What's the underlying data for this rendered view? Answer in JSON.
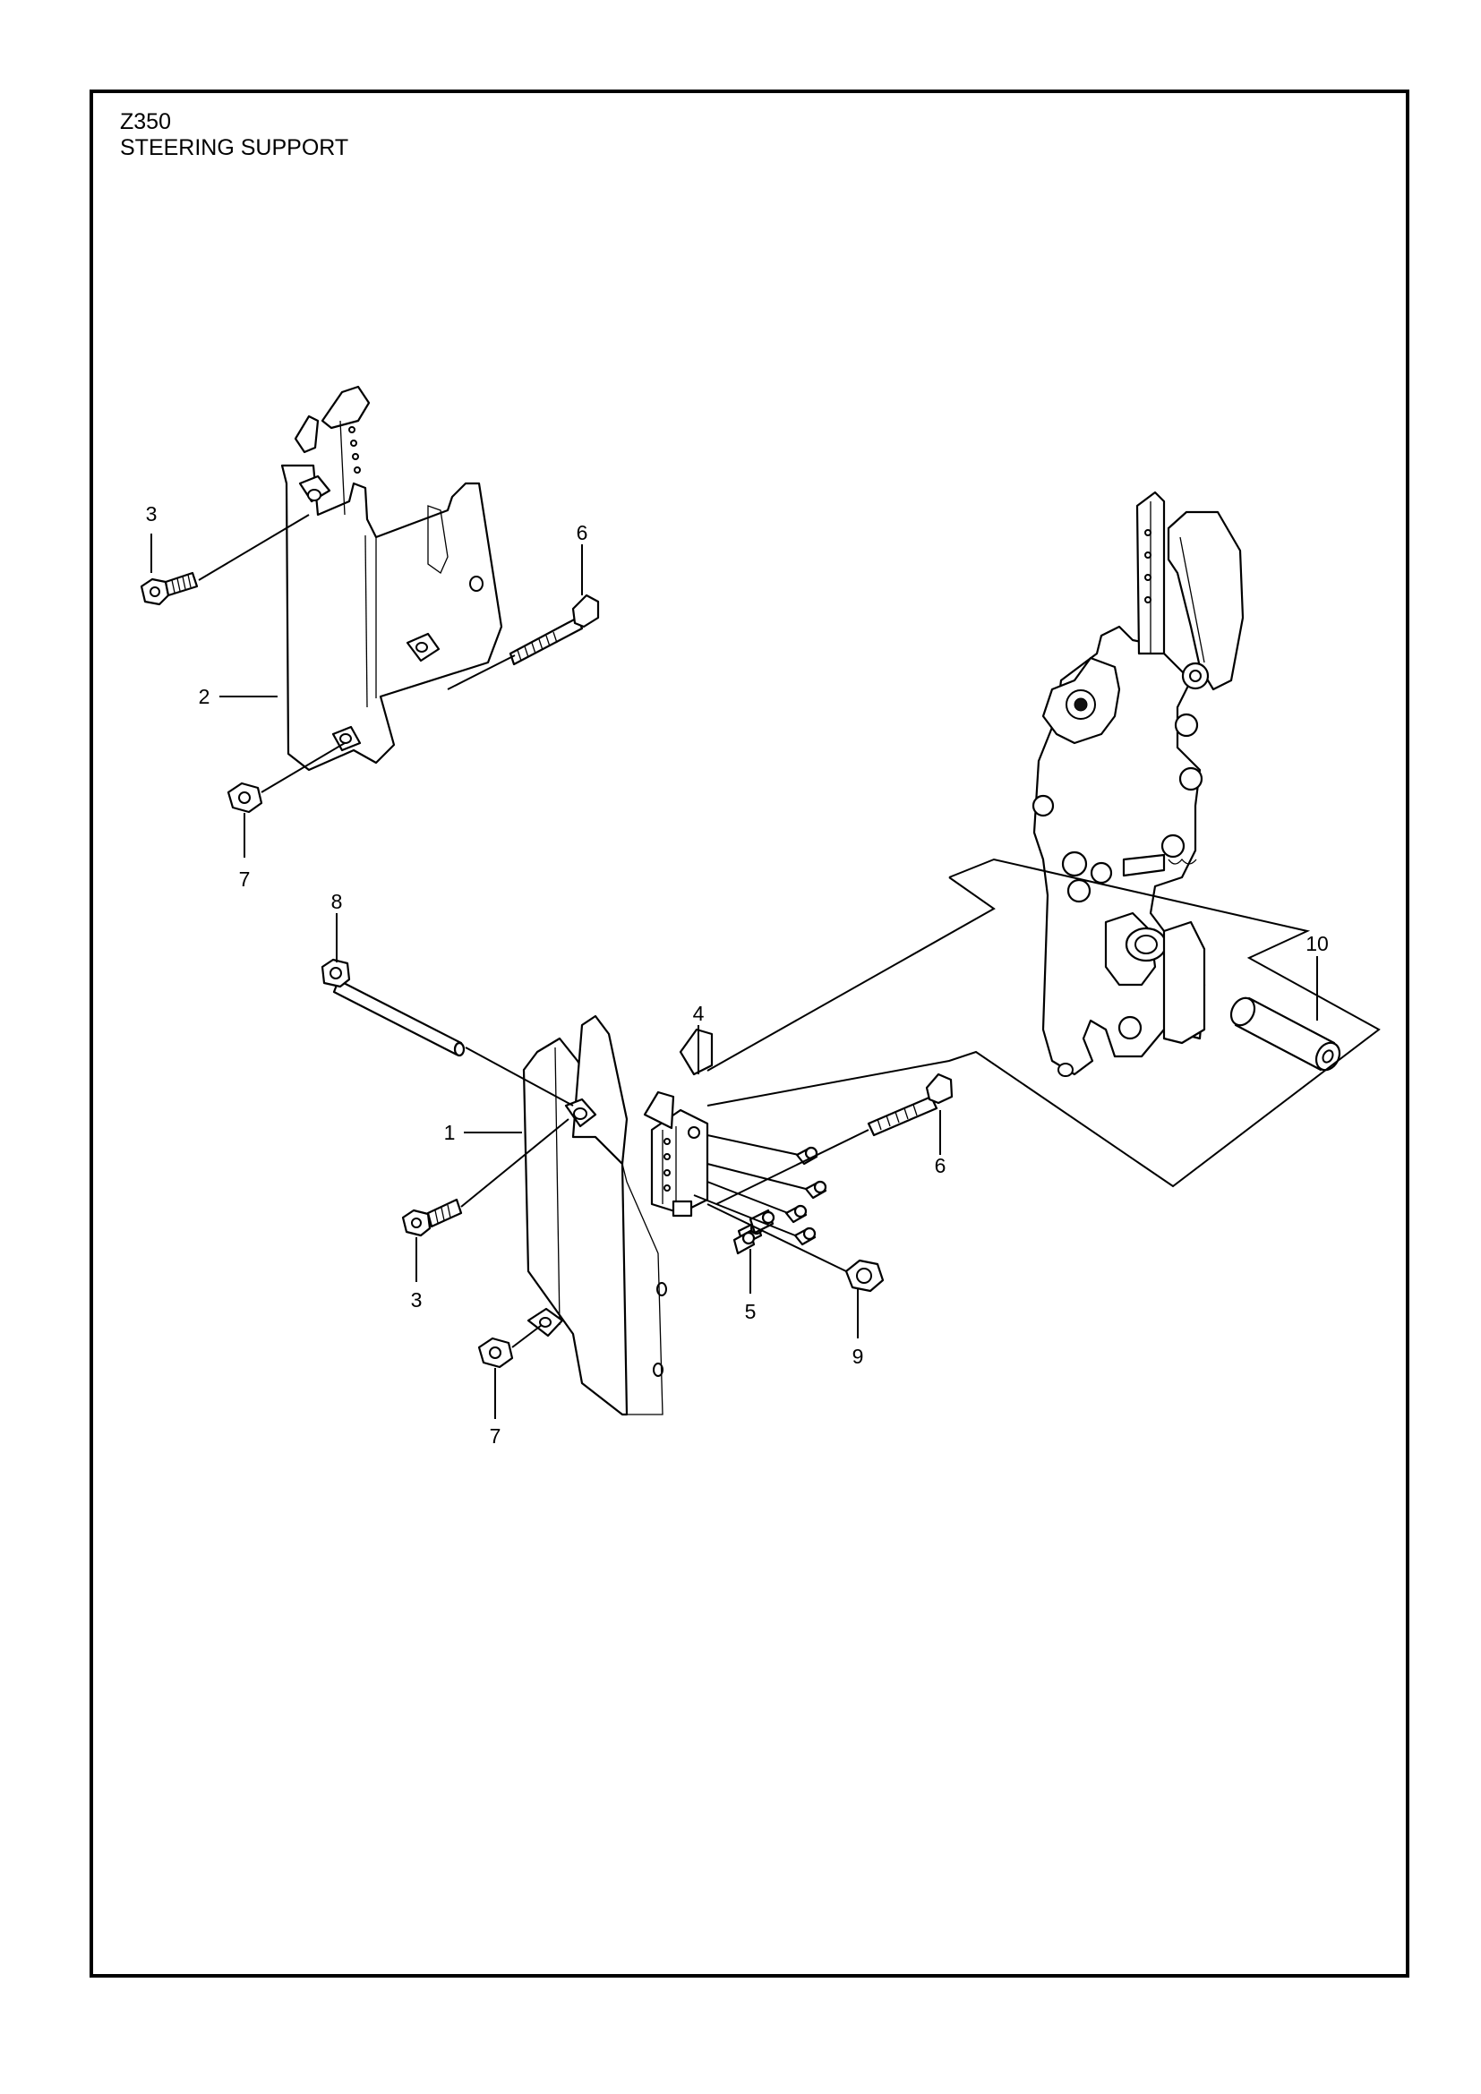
{
  "header": {
    "model": "Z350",
    "title": "STEERING SUPPORT"
  },
  "callouts": [
    {
      "id": "c3a",
      "label": "3"
    },
    {
      "id": "c6a",
      "label": "6"
    },
    {
      "id": "c2",
      "label": "2"
    },
    {
      "id": "c7a",
      "label": "7"
    },
    {
      "id": "c8",
      "label": "8"
    },
    {
      "id": "c10",
      "label": "10"
    },
    {
      "id": "c4",
      "label": "4"
    },
    {
      "id": "c1",
      "label": "1"
    },
    {
      "id": "c6b",
      "label": "6"
    },
    {
      "id": "c3b",
      "label": "3"
    },
    {
      "id": "c5",
      "label": "5"
    },
    {
      "id": "c9",
      "label": "9"
    },
    {
      "id": "c7b",
      "label": "7"
    }
  ]
}
